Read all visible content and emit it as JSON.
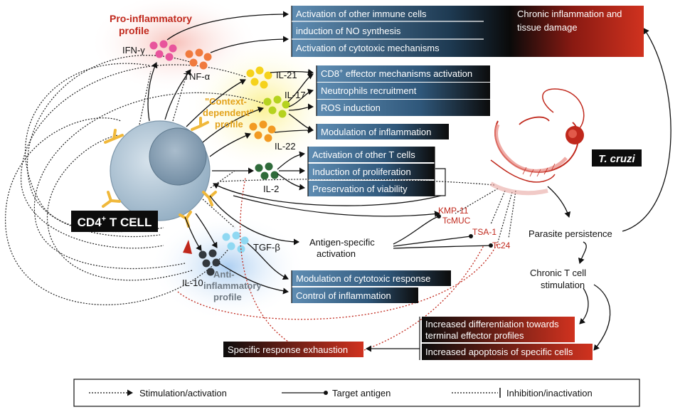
{
  "colors": {
    "pro_red": "#c0281c",
    "context_yellow": "#e3a21a",
    "anti_gray": "#6f7a84",
    "box_blue": "#3a6c91",
    "box_dark": "#0c0c0c",
    "box_red": "#c52c1c",
    "cell_blue": "#a9c0d0"
  },
  "cell": {
    "label_main": "CD4",
    "label_sup": "+",
    "label_rest": " T CELL"
  },
  "profiles": {
    "pro_inflammatory": [
      "Pro-inflammatory",
      "profile"
    ],
    "context_dependent": [
      "\"Context-",
      "dependent\"",
      "profile"
    ],
    "anti_inflammatory": [
      "Anti-",
      "inflammatory",
      "profile"
    ]
  },
  "cytokines": {
    "ifn": "IFN-γ",
    "tnf": "TNF-α",
    "il21": "IL-21",
    "il17": "IL-17",
    "il22": "IL-22",
    "il2": "IL-2",
    "tgf": "TGF-β",
    "il10": "IL-10"
  },
  "boxes": {
    "pro_effects": [
      "Activation of other immune cells",
      "induction of NO synthesis",
      "Activation of cytotoxic mechanisms"
    ],
    "chronic_inflammation": [
      "Chronic inflammation and",
      "tissue damage"
    ],
    "context_effects": [
      "CD8",
      "+",
      " effector mechanisms activation",
      "Neutrophils recruitment",
      "ROS induction"
    ],
    "modulation_inflammation": "Modulation of inflammation",
    "il2_effects": [
      "Activation of other T cells",
      "Induction of proliferation",
      "Preservation of viability"
    ],
    "anti_effects": [
      "Modulation of cytotoxic response",
      "Control of inflammation"
    ],
    "increased_diff": [
      "Increased differentiation towards",
      "terminal effector profiles"
    ],
    "increased_apoptosis": "Increased apoptosis of specific cells",
    "exhaustion": "Specific response exhaustion"
  },
  "parasite": {
    "name": "T. cruzi",
    "antigens": [
      "KMP-11",
      "TcMUC",
      "TSA-1",
      "Tc24"
    ],
    "persistence": "Parasite persistence",
    "chronic_stim": [
      "Chronic T cell",
      "stimulation"
    ],
    "antigen_activation": [
      "Antigen-specific",
      "activation"
    ]
  },
  "legend": {
    "stimulation": "Stimulation/activation",
    "target": "Target antigen",
    "inhibition": "Inhibition/inactivation"
  }
}
